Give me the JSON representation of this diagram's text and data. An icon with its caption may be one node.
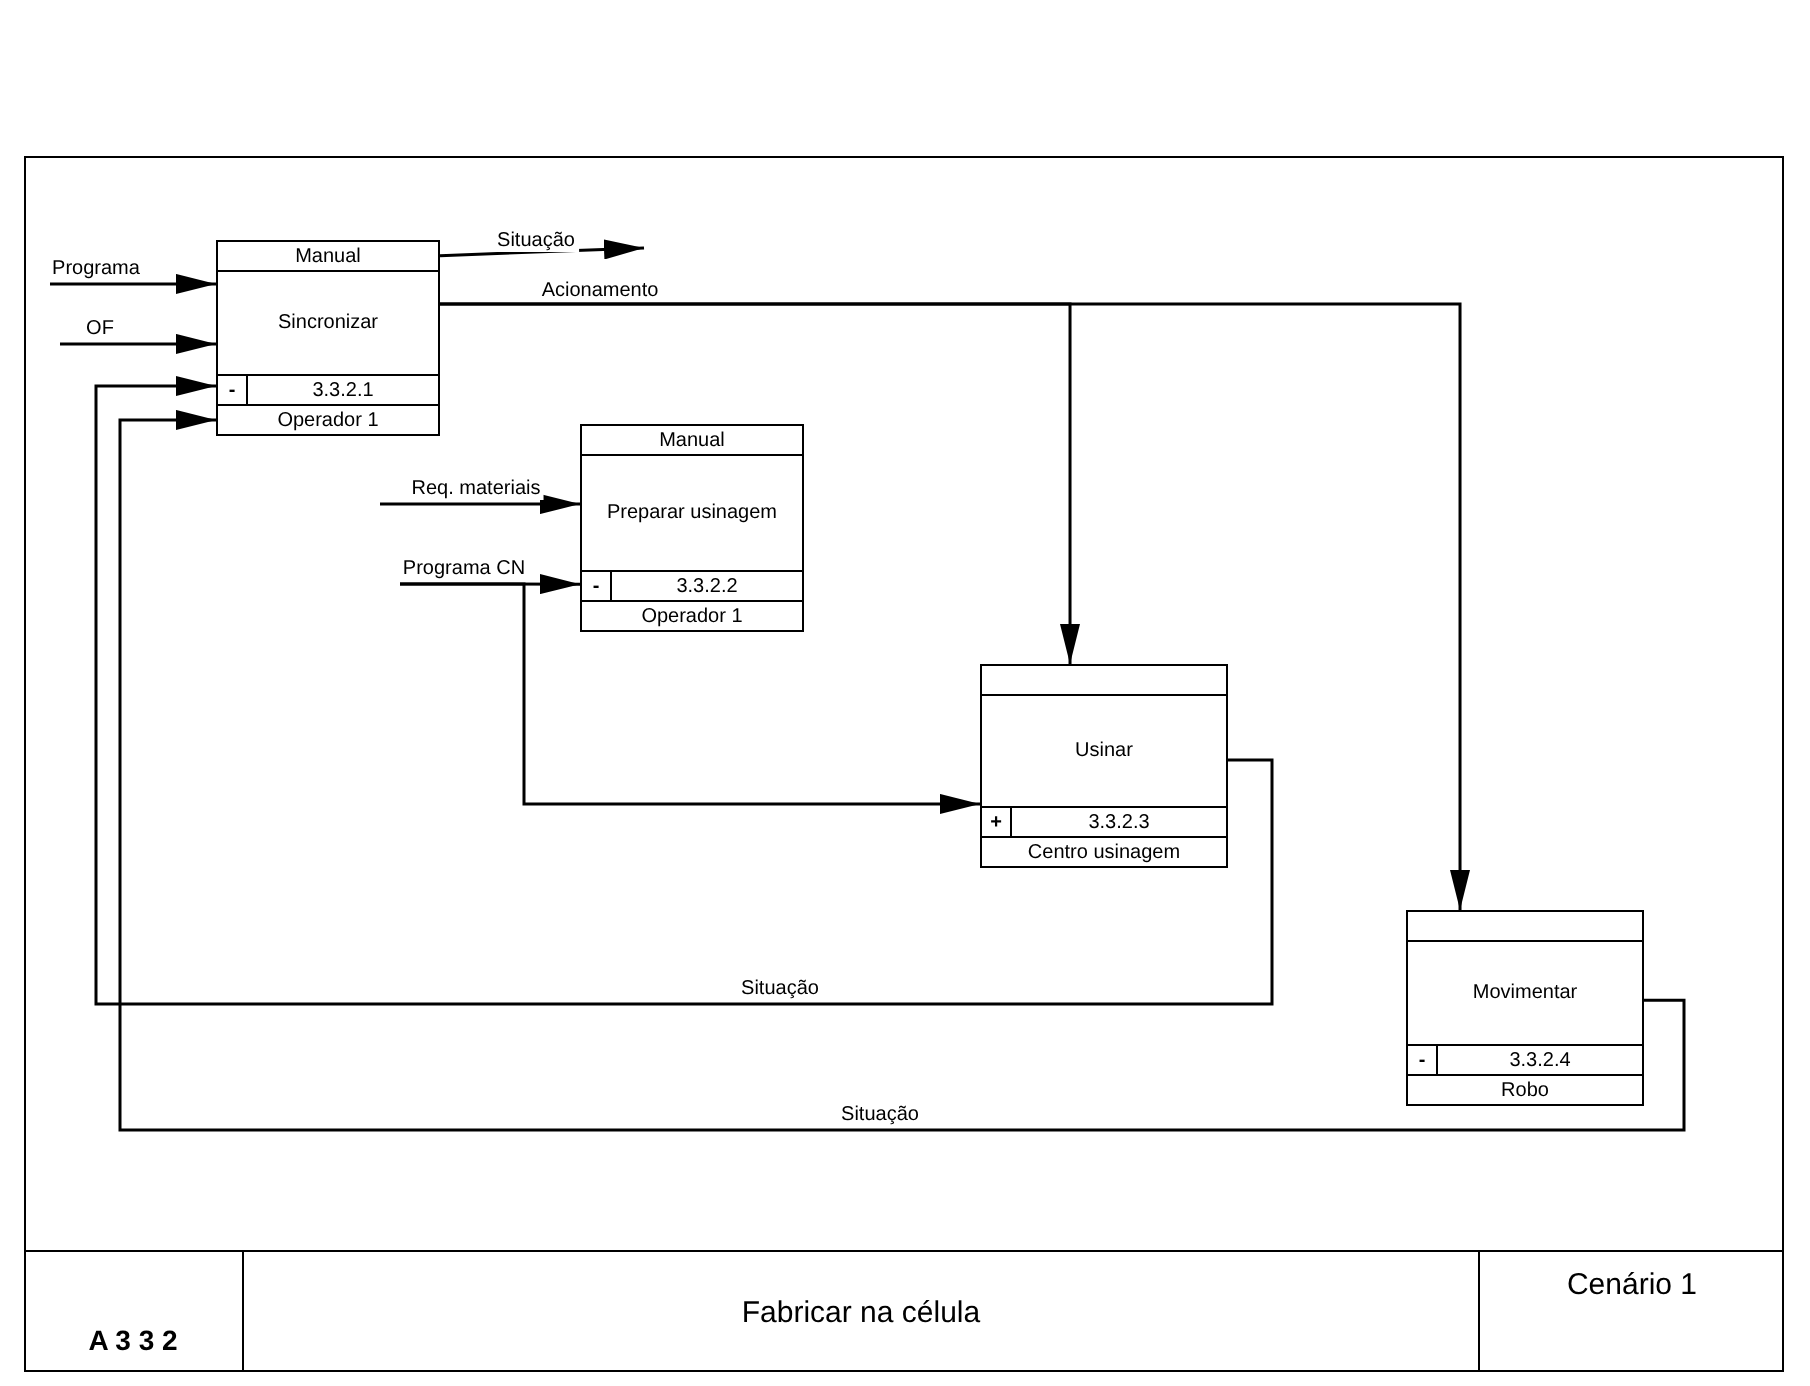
{
  "diagram": {
    "title": "Fabricar na célula",
    "nodes": [
      {
        "text": [
          "Manual",
          "Sincronizar",
          "-",
          "3.3.2.1",
          "Operador 1"
        ]
      },
      {
        "text": [
          "Manual",
          "Preparar usinagem",
          "-",
          "3.3.2.2",
          "Operador 1"
        ]
      },
      {
        "text": [
          "Usinar",
          "+",
          "3.3.2.3",
          "Centro usinagem"
        ]
      },
      {
        "text": [
          "Movimentar",
          "-",
          "3.3.2.4",
          "Robo"
        ]
      }
    ],
    "edges": [
      {
        "from": null,
        "to": 0,
        "arrow": "to",
        "label": "Programa"
      },
      {
        "from": null,
        "to": 0,
        "arrow": "to",
        "label": "OF"
      },
      {
        "from": 0,
        "to": null,
        "arrow": "to",
        "label": "Situação"
      },
      {
        "from": 0,
        "to": 2,
        "arrow": "to",
        "label": "Acionamento"
      },
      {
        "from": 0,
        "to": 3,
        "arrow": "to"
      },
      {
        "from": null,
        "to": 1,
        "arrow": "to",
        "label": "Req. materiais"
      },
      {
        "from": null,
        "to": 1,
        "arrow": "to",
        "label": "Programa CN"
      },
      {
        "from": null,
        "to": 2,
        "arrow": "to"
      },
      {
        "from": 2,
        "to": 0,
        "arrow": "to",
        "label": "Situação"
      },
      {
        "from": 3,
        "to": 0,
        "arrow": "to",
        "label": "Situação"
      }
    ],
    "labels": [
      "A 3 3 2",
      "Cenário 1"
    ]
  }
}
